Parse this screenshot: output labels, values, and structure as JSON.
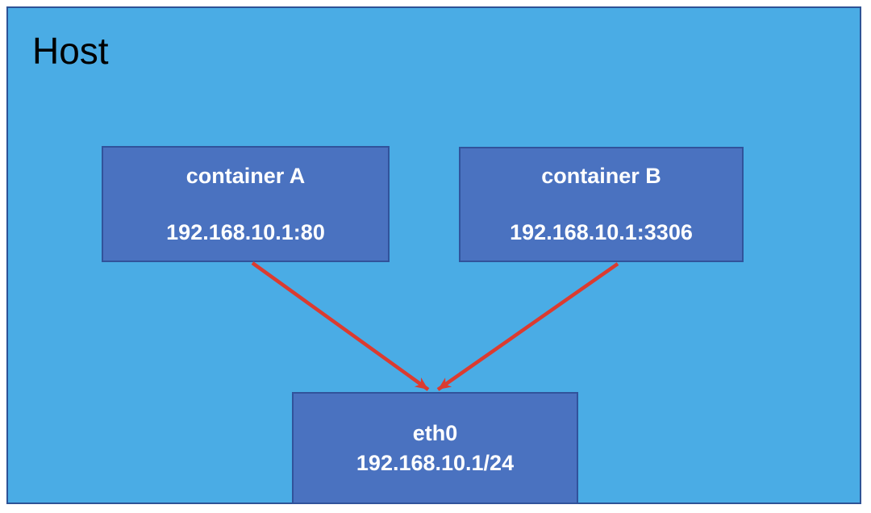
{
  "diagram": {
    "host": {
      "label": "Host"
    },
    "nodes": [
      {
        "id": "container-a",
        "title": "container A",
        "address": "192.168.10.1:80"
      },
      {
        "id": "container-b",
        "title": "container B",
        "address": "192.168.10.1:3306"
      },
      {
        "id": "eth0",
        "title": "eth0",
        "address": "192.168.10.1/24"
      }
    ],
    "edges": [
      {
        "from": "container-a",
        "to": "eth0"
      },
      {
        "from": "container-b",
        "to": "eth0"
      }
    ],
    "colors": {
      "page_bg": "#FFFFFF",
      "host_fill": "#4AACE5",
      "host_border": "#2E5396",
      "host_label": "#000000",
      "node_fill": "#4A72C0",
      "node_border": "#31539B",
      "node_text": "#FFFFFF",
      "arrow": "#DB3B30"
    }
  }
}
